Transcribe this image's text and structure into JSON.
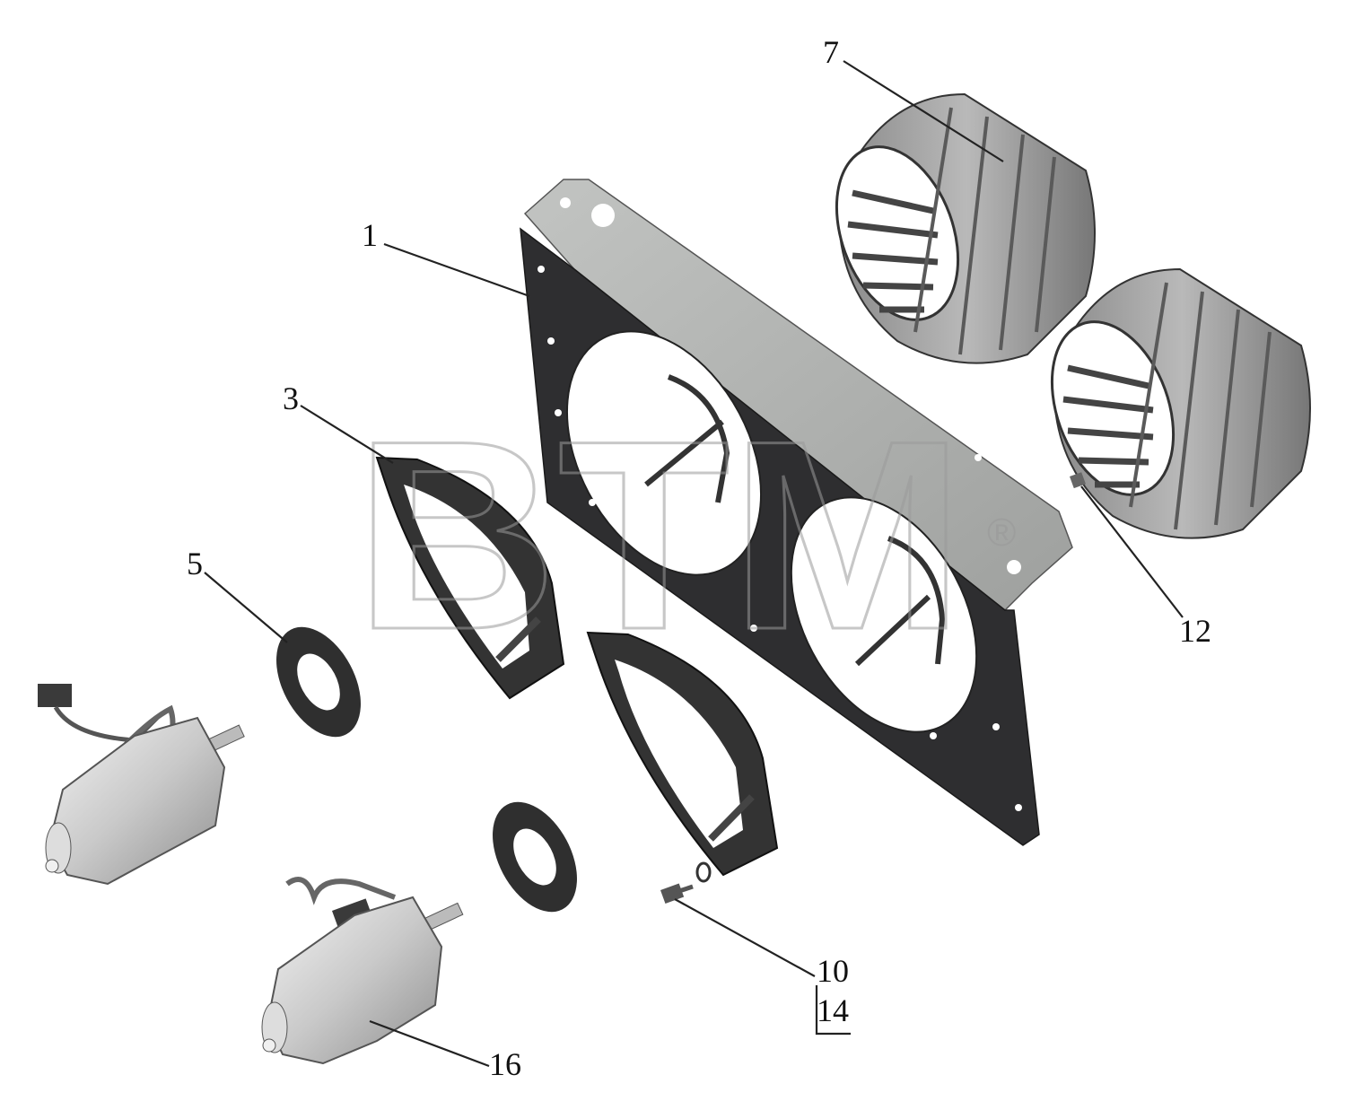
{
  "diagram": {
    "watermark": {
      "text": "BTM",
      "registered_mark": "®"
    },
    "callouts": [
      {
        "id": "1",
        "label": "1"
      },
      {
        "id": "3",
        "label": "3"
      },
      {
        "id": "5",
        "label": "5"
      },
      {
        "id": "7",
        "label": "7"
      },
      {
        "id": "10",
        "label": "10"
      },
      {
        "id": "12",
        "label": "12"
      },
      {
        "id": "14",
        "label": "14"
      },
      {
        "id": "16",
        "label": "16"
      }
    ],
    "colors": {
      "frame_dark": "#2e2e30",
      "frame_top": "#b4b6b4",
      "metal_light": "#e6e6e6",
      "metal_mid": "#a9a9a9",
      "gasket": "#333333",
      "line": "#222222"
    }
  }
}
